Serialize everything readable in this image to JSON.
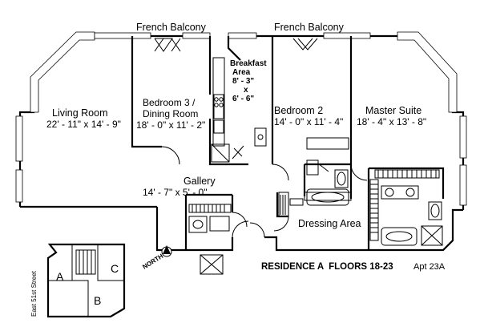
{
  "plan": {
    "balconies": [
      "French Balcony",
      "French Balcony"
    ],
    "rooms": {
      "living": {
        "name": "Living Room",
        "dims": "22' - 11\" x 14' - 9\""
      },
      "bedroom3": {
        "name_line1": "Bedroom 3 /",
        "name_line2": "Dining Room",
        "dims": "18' - 0\" x 11' - 2\""
      },
      "breakfast": {
        "line1": "Breakfast",
        "line2": "Area",
        "line3": "8' - 3\"",
        "line4": "x",
        "line5": "6' - 6\""
      },
      "bedroom2": {
        "name": "Bedroom 2",
        "dims": "14' - 0\" x 11' - 4\""
      },
      "master": {
        "name": "Master Suite",
        "dims": "18' - 4\" x 13' - 8\""
      },
      "gallery": {
        "name": "Gallery",
        "dims": "14' - 7\" x 5' - 0\""
      },
      "dressing": {
        "name": "Dressing Area"
      }
    },
    "residence_title": "RESIDENCE A  FLOORS 18-23",
    "apt": "Apt 23A",
    "north": "NORTH",
    "keyplan": {
      "street": "East 51st Street",
      "units": [
        "A",
        "B",
        "C"
      ]
    }
  }
}
